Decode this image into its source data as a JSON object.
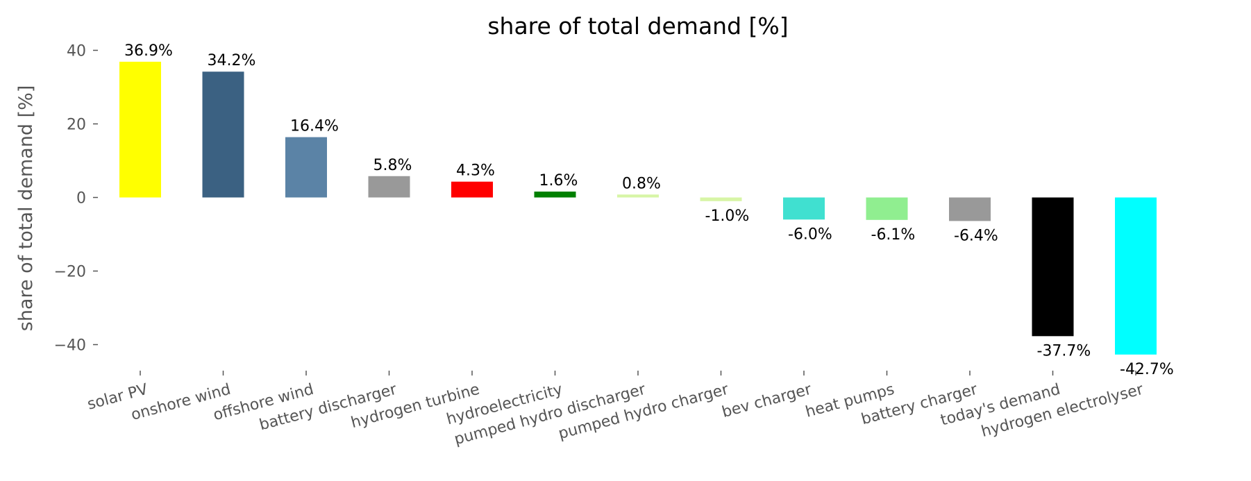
{
  "chart_data": {
    "type": "bar",
    "title": "share of total demand [%]",
    "xlabel": "",
    "ylabel": "share of total demand [%]",
    "ylim": [
      -48,
      44
    ],
    "yticks": [
      40,
      20,
      0,
      -20,
      -40
    ],
    "ytick_labels": [
      "40",
      "20",
      "0",
      "−20",
      "−40"
    ],
    "grid": false,
    "categories": [
      "solar PV",
      "onshore wind",
      "offshore wind",
      "battery discharger",
      "hydrogen turbine",
      "hydroelectricity",
      "pumped hydro discharger",
      "pumped hydro charger",
      "bev charger",
      "heat pumps",
      "battery charger",
      "today's demand",
      "hydrogen electrolyser"
    ],
    "values": [
      36.9,
      34.2,
      16.4,
      5.8,
      4.3,
      1.6,
      0.8,
      -1.0,
      -6.0,
      -6.1,
      -6.4,
      -37.7,
      -42.7
    ],
    "data_labels": [
      "36.9%",
      "34.2%",
      "16.4%",
      "5.8%",
      "4.3%",
      "1.6%",
      "0.8%",
      "-1.0%",
      "-6.0%",
      "-6.1%",
      "-6.4%",
      "-37.7%",
      "-42.7%"
    ],
    "colors": [
      "#ffff00",
      "#3b6182",
      "#5b83a6",
      "#999999",
      "#ff0000",
      "#008000",
      "#d7f5a6",
      "#d7f5a6",
      "#40e0d0",
      "#90ee90",
      "#999999",
      "#000000",
      "#00ffff"
    ]
  }
}
